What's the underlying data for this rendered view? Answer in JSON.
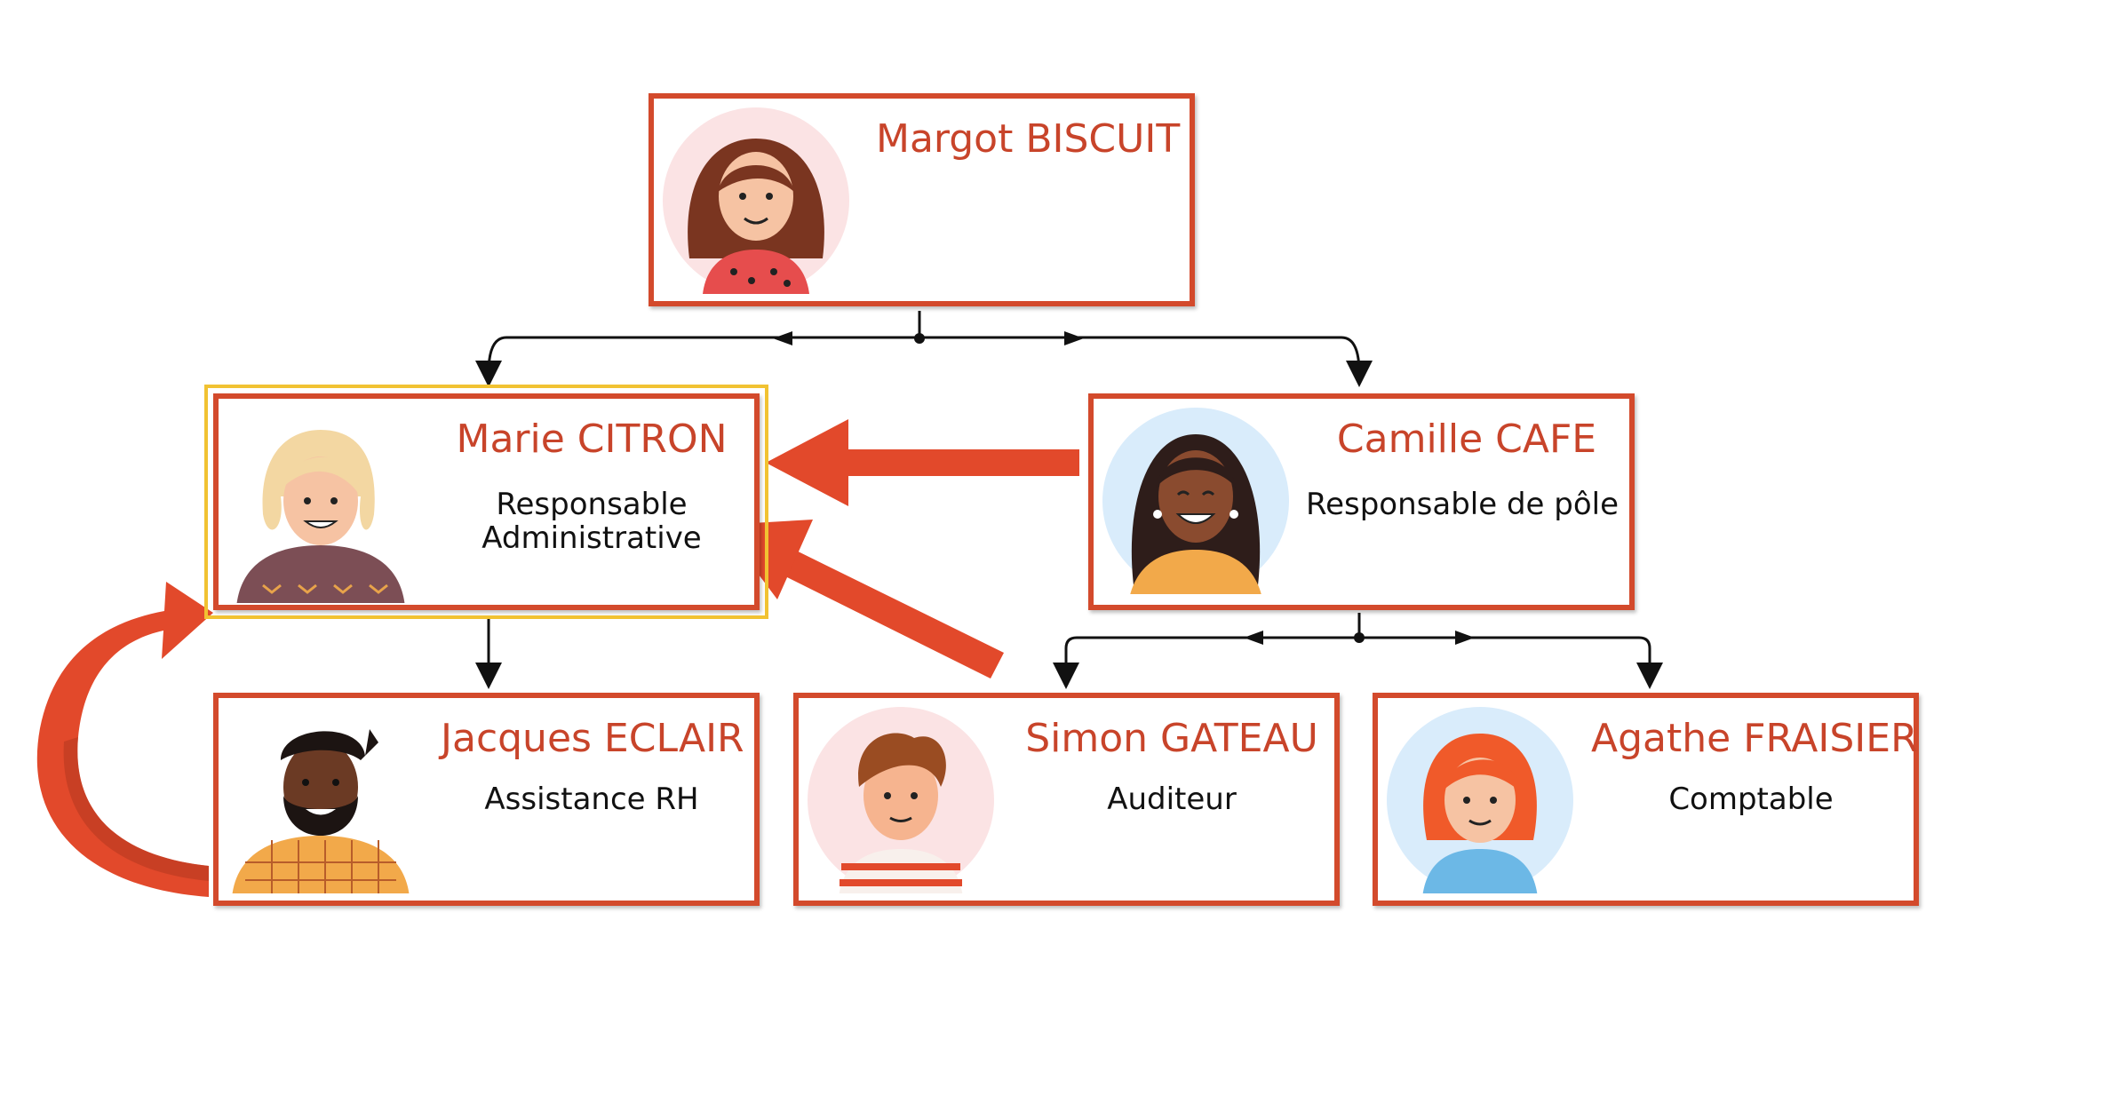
{
  "people": {
    "margot": {
      "name": "Margot BISCUIT",
      "role": ""
    },
    "marie": {
      "name": "Marie CITRON",
      "role_line1": "Responsable",
      "role_line2": "Administrative"
    },
    "camille": {
      "name": "Camille CAFE",
      "role": "Responsable de pôle"
    },
    "jacques": {
      "name": "Jacques ECLAIR",
      "role": "Assistance RH"
    },
    "simon": {
      "name": "Simon GATEAU",
      "role": "Auditeur"
    },
    "agathe": {
      "name": "Agathe FRAISIER",
      "role": "Comptable"
    }
  },
  "colors": {
    "accent": "#d34a2c",
    "arrow": "#e2492b",
    "highlight": "#f1c232",
    "text": "#111111"
  },
  "icons": [
    "avatar-woman-brown-hair-icon",
    "avatar-woman-blonde-icon",
    "avatar-woman-dark-icon",
    "avatar-man-beard-icon",
    "avatar-man-striped-shirt-icon",
    "avatar-woman-red-hair-icon"
  ]
}
